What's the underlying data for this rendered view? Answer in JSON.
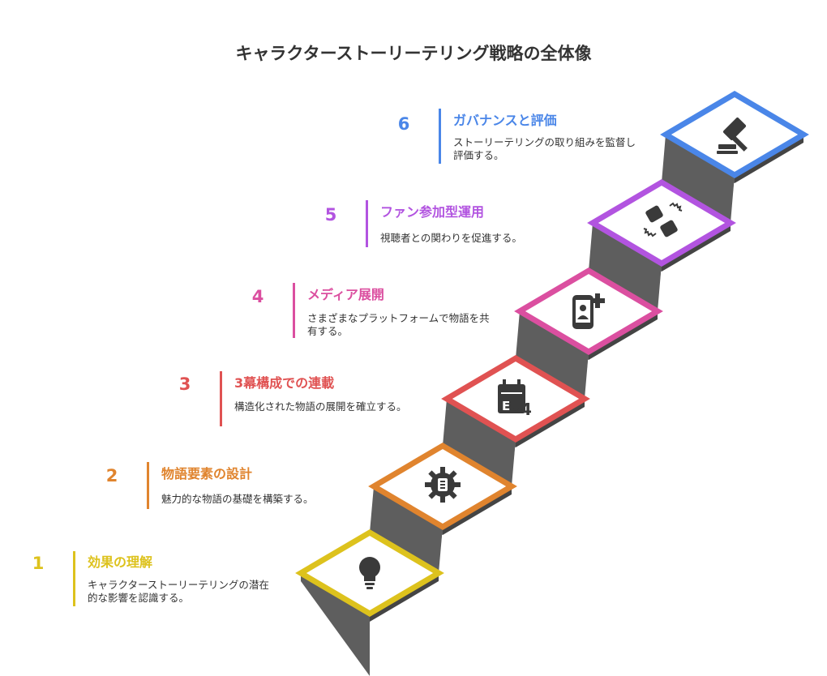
{
  "title": "キャラクターストーリーテリング戦略の全体像",
  "steps": [
    {
      "num": "1",
      "title": "効果の理解",
      "desc": "キャラクターストーリーテリングの潜在的な影響を認識する。",
      "color": "#DDC21D",
      "icon": "lightbulb-icon"
    },
    {
      "num": "2",
      "title": "物語要素の設計",
      "desc": "魅力的な物語の基礎を構築する。",
      "color": "#E0842E",
      "icon": "gear-settings-icon"
    },
    {
      "num": "3",
      "title": "3幕構成での連載",
      "desc": "構造化された物語の展開を確立する。",
      "color": "#E05252",
      "icon": "calendar-times-four-icon"
    },
    {
      "num": "4",
      "title": "メディア展開",
      "desc": "さまざまなプラットフォームで物語を共有する。",
      "color": "#DB4FA0",
      "icon": "mobile-add-user-icon"
    },
    {
      "num": "5",
      "title": "ファン参加型運用",
      "desc": "視聴者との関わりを促進する。",
      "color": "#B254E0",
      "icon": "handshake-icon"
    },
    {
      "num": "6",
      "title": "ガバナンスと評価",
      "desc": "ストーリーテリングの取り組みを監督し評価する。",
      "color": "#4A86E8",
      "icon": "gavel-icon"
    }
  ],
  "stair_color": "#5E5E5E"
}
